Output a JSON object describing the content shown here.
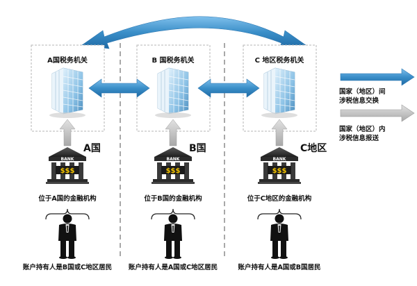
{
  "authorities": [
    {
      "label": "A国税务机关"
    },
    {
      "label": "B 国税务机关"
    },
    {
      "label": "C 地区税务机关"
    }
  ],
  "jurisdictions": [
    {
      "label": "A国",
      "institution_label": "位于A国的金融机构",
      "holder_label": "账户持有人是B国或C地区居民"
    },
    {
      "label": "B国",
      "institution_label": "位于B国的金融机构",
      "holder_label": "账户持有人是A国或C地区居民"
    },
    {
      "label": "C地区",
      "institution_label": "位于C地区的金融机构",
      "holder_label": "账户持有人是A国或B国居民"
    }
  ],
  "bank": {
    "sign": "BANK",
    "money": "$$$"
  },
  "legend": {
    "exchange_line1": "国家（地区）间",
    "exchange_line2": "涉税信息交换",
    "report_line1": "国家（地区）内",
    "report_line2": "涉税信息报送"
  },
  "colors": {
    "exchange_arrow": "#3a8ec8",
    "report_arrow": "#b8b8b8",
    "dashed_box": "#b5b5b5",
    "divider": "#7a7a7a"
  }
}
